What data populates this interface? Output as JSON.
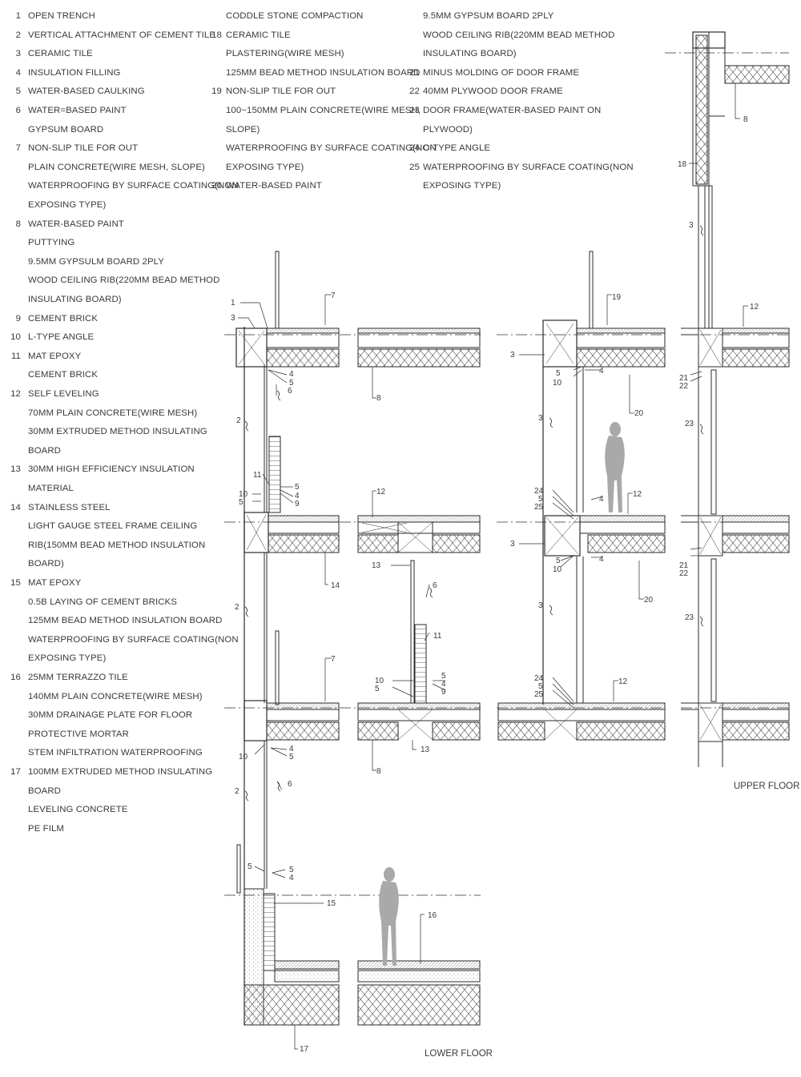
{
  "legend": {
    "col1": [
      {
        "n": "1",
        "lines": [
          "OPEN TRENCH"
        ]
      },
      {
        "n": "2",
        "lines": [
          "VERTICAL ATTACHMENT OF CEMENT TILE"
        ]
      },
      {
        "n": "3",
        "lines": [
          "CERAMIC TILE"
        ]
      },
      {
        "n": "4",
        "lines": [
          "INSULATION FILLING"
        ]
      },
      {
        "n": "5",
        "lines": [
          "WATER-BASED CAULKING"
        ]
      },
      {
        "n": "6",
        "lines": [
          "WATER=BASED PAINT",
          "GYPSUM BOARD"
        ]
      },
      {
        "n": "7",
        "lines": [
          "NON-SLIP TILE FOR OUT",
          "PLAIN CONCRETE(WIRE MESH, SLOPE)",
          "WATERPROOFING BY SURFACE COATING(NON",
          "EXPOSING TYPE)"
        ]
      },
      {
        "n": "8",
        "lines": [
          "WATER-BASED PAINT",
          "PUTTYING",
          "9.5MM GYPSULM BOARD 2PLY",
          "WOOD CEILING RIB(220MM BEAD METHOD",
          "INSULATING BOARD)"
        ]
      },
      {
        "n": "9",
        "lines": [
          "CEMENT BRICK"
        ]
      },
      {
        "n": "10",
        "lines": [
          "L-TYPE ANGLE"
        ]
      },
      {
        "n": "11",
        "lines": [
          "MAT EPOXY",
          "CEMENT BRICK"
        ]
      },
      {
        "n": "12",
        "lines": [
          "SELF LEVELING",
          "70MM PLAIN CONCRETE(WIRE MESH)",
          "30MM EXTRUDED METHOD INSULATING",
          "BOARD"
        ]
      },
      {
        "n": "13",
        "lines": [
          "30MM HIGH EFFICIENCY INSULATION",
          "MATERIAL"
        ]
      },
      {
        "n": "14",
        "lines": [
          "STAINLESS STEEL",
          "LIGHT GAUGE STEEL FRAME CEILING",
          "RIB(150MM BEAD METHOD INSULATION",
          "BOARD)"
        ]
      },
      {
        "n": "15",
        "lines": [
          "MAT EPOXY",
          "0.5B LAYING OF CEMENT BRICKS",
          "125MM BEAD METHOD INSULATION BOARD",
          "WATERPROOFING BY SURFACE COATING(NON",
          "EXPOSING TYPE)"
        ]
      },
      {
        "n": "16",
        "lines": [
          "25MM TERRAZZO TILE",
          "140MM PLAIN CONCRETE(WIRE MESH)",
          "30MM DRAINAGE PLATE FOR FLOOR",
          "PROTECTIVE MORTAR",
          "STEM INFILTRATION WATERPROOFING"
        ]
      },
      {
        "n": "17",
        "lines": [
          "100MM EXTRUDED METHOD INSULATING",
          "BOARD",
          "LEVELING CONCRETE",
          "PE FILM"
        ]
      }
    ],
    "col2": [
      {
        "n": "",
        "lines": [
          "CODDLE STONE COMPACTION"
        ]
      },
      {
        "n": "18",
        "lines": [
          "CERAMIC TILE",
          "PLASTERING(WIRE MESH)",
          "125MM BEAD METHOD INSULATION BOARD"
        ]
      },
      {
        "n": "19",
        "lines": [
          "NON-SLIP TILE FOR OUT",
          "100~150MM PLAIN CONCRETE(WIRE MESH,",
          "SLOPE)",
          "WATERPROOFING BY SURFACE COATING(NON",
          "EXPOSING TYPE)"
        ]
      },
      {
        "n": "20",
        "lines": [
          "WATER-BASED PAINT"
        ]
      }
    ],
    "col3": [
      {
        "n": "",
        "lines": [
          "9.5MM GYPSUM BOARD 2PLY",
          "WOOD CEILING RIB(220MM BEAD METHOD",
          "INSULATING BOARD)"
        ]
      },
      {
        "n": "21",
        "lines": [
          "MINUS MOLDING OF DOOR FRAME"
        ]
      },
      {
        "n": "22",
        "lines": [
          "40MM PLYWOOD DOOR FRAME"
        ]
      },
      {
        "n": "23",
        "lines": [
          "DOOR FRAME(WATER-BASED PAINT ON",
          "PLYWOOD)"
        ]
      },
      {
        "n": "24",
        "lines": [
          "C-TYPE ANGLE"
        ]
      },
      {
        "n": "25",
        "lines": [
          "WATERPROOFING BY SURFACE COATING(NON",
          "EXPOSING TYPE)"
        ]
      }
    ]
  },
  "labels": {
    "upper_floor": "UPPER FLOOR",
    "lower_floor": "LOWER FLOOR"
  },
  "callouts": {
    "c1": "1",
    "c2": "2",
    "c3": "3",
    "c4": "4",
    "c5": "5",
    "c6": "6",
    "c7": "7",
    "c8": "8",
    "c9": "9",
    "c10": "10",
    "c11": "11",
    "c12": "12",
    "c13": "13",
    "c14": "14",
    "c15": "15",
    "c16": "16",
    "c17": "17",
    "c18": "18",
    "c19": "19",
    "c20": "20",
    "c21": "21",
    "c22": "22",
    "c23": "23",
    "c24": "24",
    "c25": "25"
  },
  "colors": {
    "line": "#2b2b2b",
    "text": "#3a3a3a",
    "figure": "#a9a9a9"
  }
}
